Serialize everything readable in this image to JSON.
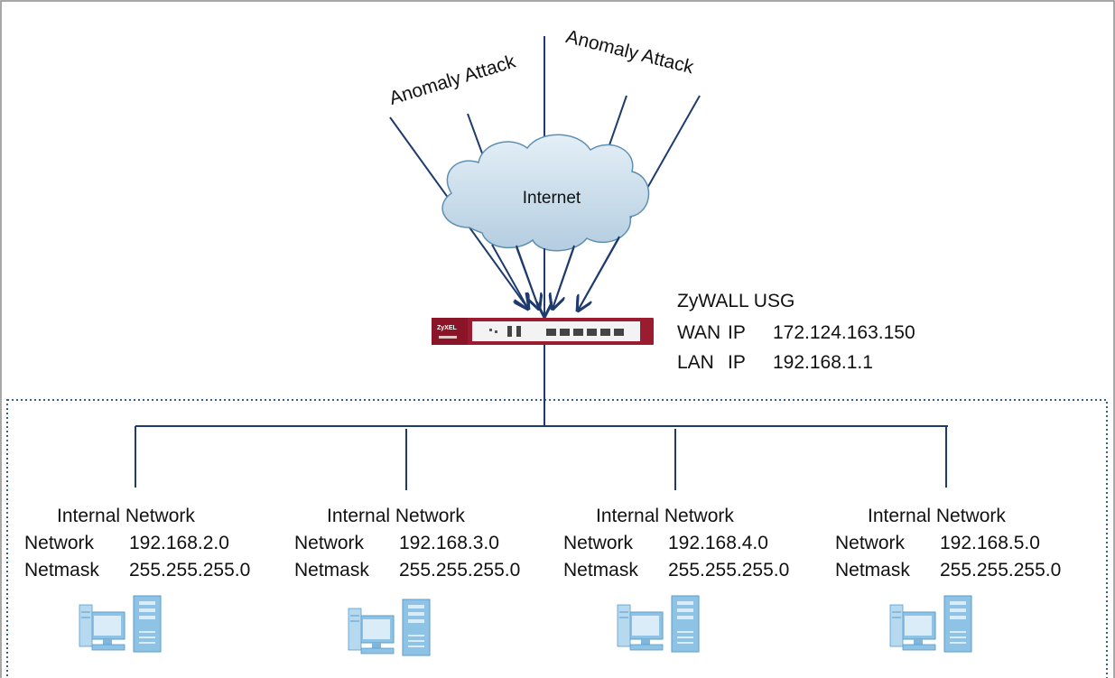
{
  "attack_labels": [
    "Anomaly Attack",
    "Anomaly Attack"
  ],
  "cloud": {
    "label": "Internet"
  },
  "device": {
    "name": "ZyWALL USG",
    "wan_key": "WAN",
    "wan_ip_key": "IP",
    "wan_ip": "172.124.163.150",
    "lan_key": "LAN",
    "lan_ip_key": "IP",
    "lan_ip": "192.168.1.1"
  },
  "networks": [
    {
      "title": "Internal Network",
      "network_key": "Network",
      "network": "192.168.2.0",
      "netmask_key": "Netmask",
      "netmask": "255.255.255.0",
      "icon": "computer-icon"
    },
    {
      "title": "Internal Network",
      "network_key": "Network",
      "network": "192.168.3.0",
      "netmask_key": "Netmask",
      "netmask": "255.255.255.0",
      "icon": "computer-icon"
    },
    {
      "title": "Internal Network",
      "network_key": "Network",
      "network": "192.168.4.0",
      "netmask_key": "Netmask",
      "netmask": "255.255.255.0",
      "icon": "computer-icon"
    },
    {
      "title": "Internal Network",
      "network_key": "Network",
      "network": "192.168.5.0",
      "netmask_key": "Netmask",
      "netmask": "255.255.255.0",
      "icon": "computer-icon"
    }
  ],
  "colors": {
    "line": "#1f3b6e",
    "cloud_fill": "#c8dcea",
    "cloud_stroke": "#5e8fb3",
    "device_red": "#9b1b30",
    "border": "#8a8a8a",
    "lan_border": "#3a5f88",
    "pc_blue": "#8ec3e6"
  }
}
